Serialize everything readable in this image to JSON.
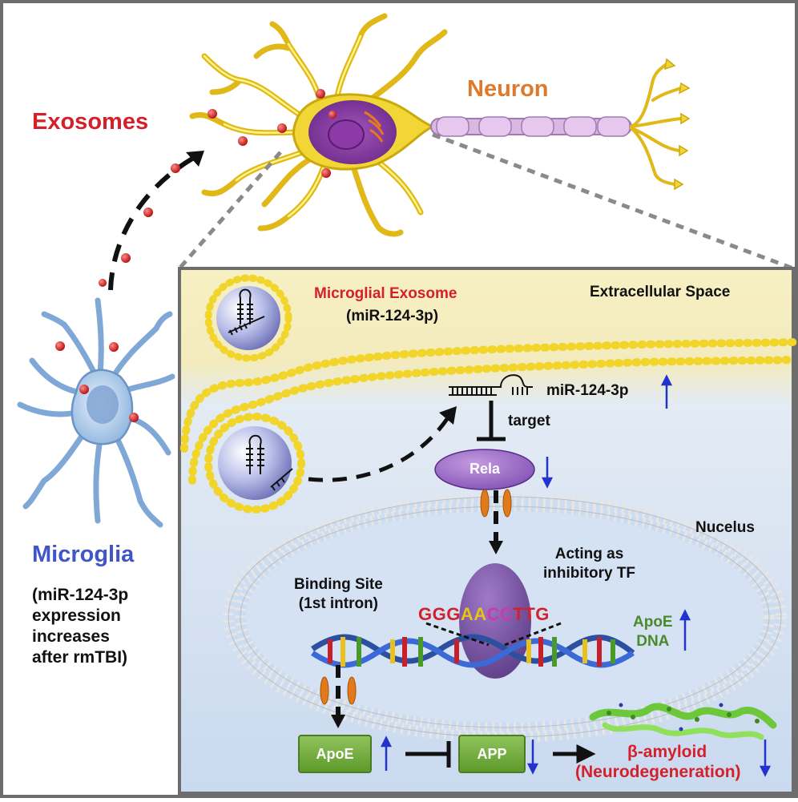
{
  "labels": {
    "exosomes": "Exosomes",
    "neuron": "Neuron",
    "microglia": "Microglia",
    "microglia_note": [
      "(miR-124-3p",
      "expression",
      "increases",
      "after rmTBI)"
    ],
    "microglial_exosome": "Microglial Exosome",
    "mir_in_exosome": "(miR-124-3p)",
    "extracellular_space": "Extracellular Space",
    "mir_label": "miR-124-3p",
    "target": "target",
    "rela": "Rela",
    "nucleus": "Nucelus",
    "acting_as": [
      "Acting as",
      "inhibitory TF"
    ],
    "binding_site": [
      "Binding Site",
      "(1st intron)"
    ],
    "sequence": [
      {
        "text": "GGG",
        "color": "#d4202a"
      },
      {
        "text": "AA",
        "color": "#e8c21a"
      },
      {
        "text": "CC",
        "color": "#cc3aa8"
      },
      {
        "text": "TTG",
        "color": "#d4202a"
      }
    ],
    "apoe_dna": [
      "ApoE",
      "DNA"
    ],
    "apoe": "ApoE",
    "app": "APP",
    "amyloid": "β-amyloid",
    "neurodegeneration": "(Neurodegeneration)"
  },
  "colors": {
    "red_text": "#d4202a",
    "orange_text": "#e07a2a",
    "blue_text": "#3f55c8",
    "green_text": "#4a8a2a",
    "arrow_blue": "#2233cc",
    "panel_border": "#6d6d6d",
    "extracellular_bg": "#f6efb6",
    "intracellular_bg": "#dce8f7",
    "membrane_bead": "#f2d52a"
  },
  "icons": [
    "up-arrow-icon",
    "down-arrow-icon",
    "inhibition-bar-icon",
    "dashed-arrow-icon"
  ]
}
